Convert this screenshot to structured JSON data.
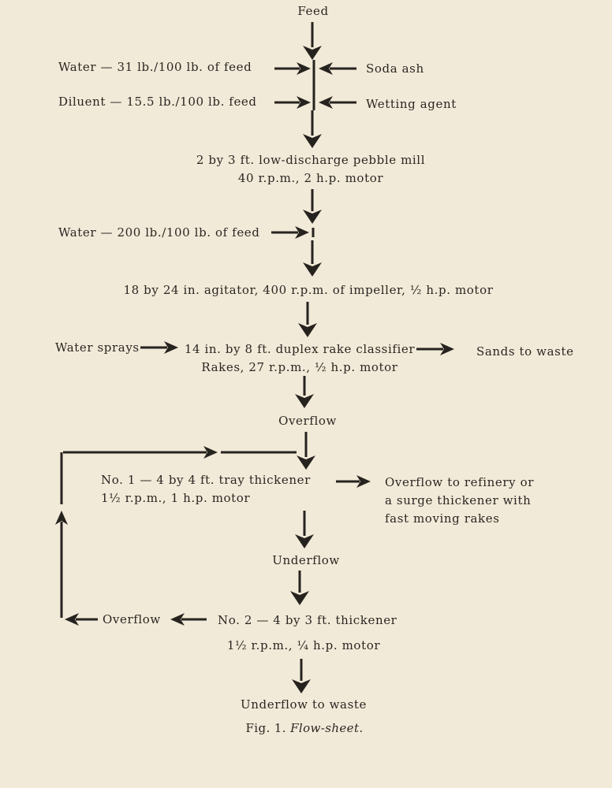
{
  "flowsheet": {
    "feed": "Feed",
    "water_1": "Water — 31 lb./100 lb. of feed",
    "soda_ash": "Soda ash",
    "diluent": "Diluent — 15.5 lb./100 lb. feed",
    "wetting_agent": "Wetting agent",
    "pebble_mill": [
      "2 by 3 ft. low-discharge pebble mill",
      "40 r.p.m., 2 h.p. motor"
    ],
    "water_2": "Water — 200 lb./100 lb. of feed",
    "agitator": "18 by 24 in. agitator, 400 r.p.m. of impeller, ½ h.p. motor",
    "water_sprays": "Water sprays",
    "classifier": [
      "14 in. by 8 ft. duplex rake classifier",
      "Rakes, 27 r.p.m., ½ h.p. motor"
    ],
    "sands_to_waste": "Sands to waste",
    "overflow_1": "Overflow",
    "thickener_1": [
      "No. 1 — 4 by 4 ft. tray thickener",
      "1½ r.p.m., 1 h.p. motor"
    ],
    "overflow_refinery": [
      "Overflow to refinery or",
      "a surge thickener with",
      "fast moving rakes"
    ],
    "underflow_1": "Underflow",
    "overflow_2": "Overflow",
    "thickener_2": "No. 2 — 4 by 3 ft. thickener",
    "thickener_2_motor": "1½ r.p.m., ¼ h.p. motor",
    "underflow_to_waste": "Underflow to waste"
  },
  "caption": {
    "fig": "Fig. 1.",
    "title": "Flow-sheet."
  }
}
